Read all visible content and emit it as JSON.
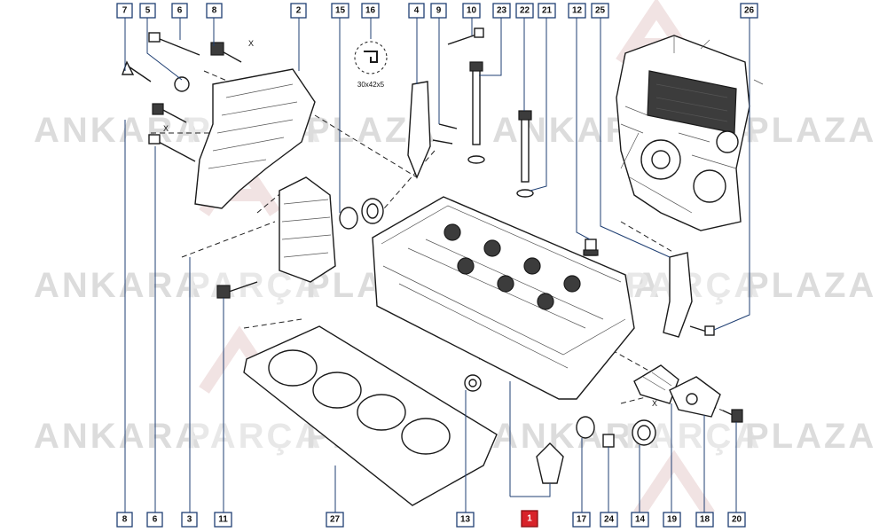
{
  "watermark": {
    "words": [
      "ANKARA",
      "PARÇA",
      "PLAZA"
    ],
    "color_light": "#d9d9d9",
    "color_mid": "#e3e3e3"
  },
  "spec_label": "30x42x5",
  "x_marker": "X",
  "colors": {
    "callout_border": "#1f3f73",
    "highlight": "#d8232a"
  },
  "top_callouts": [
    "7",
    "5",
    "6",
    "8",
    "2",
    "15",
    "16",
    "4",
    "9",
    "10",
    "23",
    "22",
    "21",
    "12",
    "25",
    "26"
  ],
  "bottom_callouts": [
    "8",
    "6",
    "3",
    "11",
    "27",
    "13",
    "1",
    "17",
    "24",
    "14",
    "19",
    "18",
    "20"
  ],
  "highlighted_part": "1"
}
